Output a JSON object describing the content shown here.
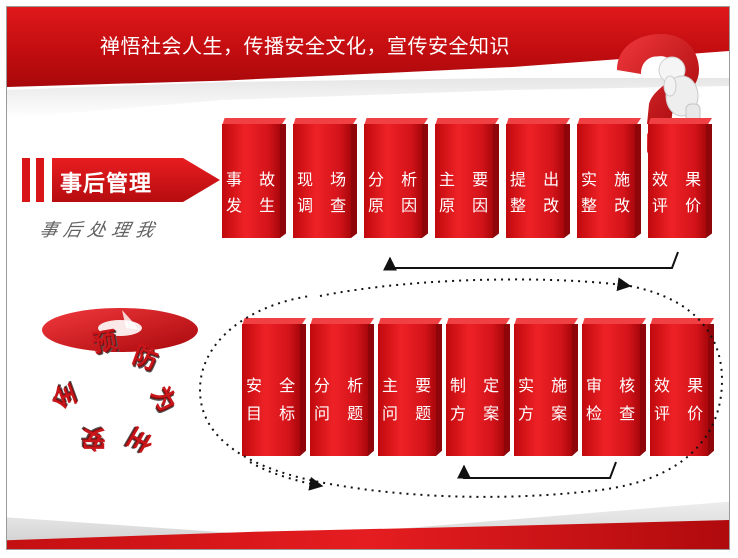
{
  "banner": {
    "title": "禅悟社会人生，传播安全文化，宣传安全知识"
  },
  "section": {
    "label": "事后管理",
    "shadow_label": "事后处理我"
  },
  "top_row": [
    {
      "line1": "事 故",
      "line2": "发 生"
    },
    {
      "line1": "现 场",
      "line2": "调 查"
    },
    {
      "line1": "分 析",
      "line2": "原 因"
    },
    {
      "line1": "主 要",
      "line2": "原 因"
    },
    {
      "line1": "提 出",
      "line2": "整 改"
    },
    {
      "line1": "实 施",
      "line2": "整 改"
    },
    {
      "line1": "效 果",
      "line2": "评 价"
    }
  ],
  "bottom_row": [
    {
      "line1": "安 全",
      "line2": "目 标"
    },
    {
      "line1": "分 析",
      "line2": "问 题"
    },
    {
      "line1": "主 要",
      "line2": "问 题"
    },
    {
      "line1": "制 定",
      "line2": "方 案"
    },
    {
      "line1": "实 施",
      "line2": "方 案"
    },
    {
      "line1": "审 核",
      "line2": "检 查"
    },
    {
      "line1": "效 果",
      "line2": "评 价"
    }
  ],
  "cycle": {
    "chars": [
      "预",
      "防",
      "为",
      "主",
      "安",
      "全"
    ]
  },
  "colors": {
    "brand_red": "#d8161a",
    "dark_red": "#8e0609",
    "white": "#ffffff"
  }
}
